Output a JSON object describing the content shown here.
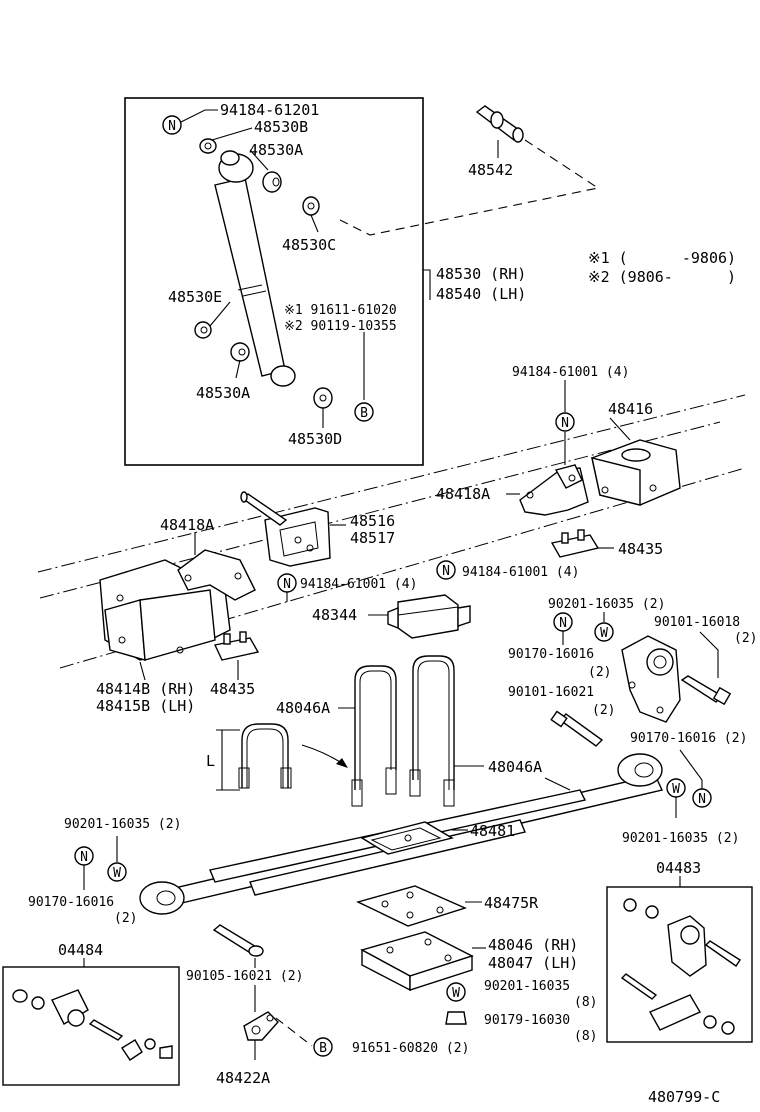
{
  "labels": {
    "shock_nut": "94184-61201",
    "shock_bushing_b": "48530B",
    "shock_bushing_a_top": "48530A",
    "shock_retainer_c": "48530C",
    "shock_stud": "48542",
    "shock_rh": "48530 (RH)",
    "shock_lh": "48540 (LH)",
    "note1_code": "※1 (      -9806)",
    "note2_code": "※2 (9806-      )",
    "shock_bushing_e": "48530E",
    "bolt_alt1": "※1 91611-61020",
    "bolt_alt2": "※2 90119-10355",
    "shock_bushing_a_bottom": "48530A",
    "shock_retainer_d": "48530D",
    "nut_4_top": "94184-61001 (4)",
    "hanger_rear": "48416",
    "hanger_bracket_rear": "48418A",
    "bracket_front": "48418A",
    "bracket_48516": "48516",
    "bracket_48517": "48517",
    "pad_48435_right": "48435",
    "nut_4_mid_left": "94184-61001 (4)",
    "nut_4_mid_right": "94184-61001 (4)",
    "bumper_48344": "48344",
    "washer_90201_top": "90201-16035 (2)",
    "bolt_90101_16018": "90101-16018",
    "qty_90101_16018": "(2)",
    "nut_90170_top": "90170-16016",
    "qty_90170_top": "(2)",
    "hanger_rh": "48414B (RH)",
    "hanger_lh": "48415B (LH)",
    "pad_48435_left": "48435",
    "bolt_90101_16021": "90101-16021",
    "qty_90101_16021": "(2)",
    "ubolt_a_left": "48046A",
    "nut_90170_right": "90170-16016 (2)",
    "dimension_l": "L",
    "ubolt_a_right": "48046A",
    "washer_90201_left": "90201-16035 (2)",
    "seat_48481": "48481",
    "washer_90201_right": "90201-16035 (2)",
    "kit_04483": "04483",
    "nut_90170_left": "90170-16016",
    "qty_90170_left": "(2)",
    "plate_48475r": "48475R",
    "kit_04484": "04484",
    "leaf_rh": "48046 (RH)",
    "leaf_lh": "48047 (LH)",
    "bolt_90105": "90105-16021 (2)",
    "washer_90201_bottom": "90201-16035",
    "qty_washer_bottom": "(8)",
    "nut_90179": "90179-16030",
    "qty_nut_90179": "(8)",
    "bolt_91651": "91651-60820 (2)",
    "shackle_48422a": "48422A",
    "figure_code": "480799-C",
    "symbol_n": "N",
    "symbol_w": "W",
    "symbol_b": "B"
  }
}
